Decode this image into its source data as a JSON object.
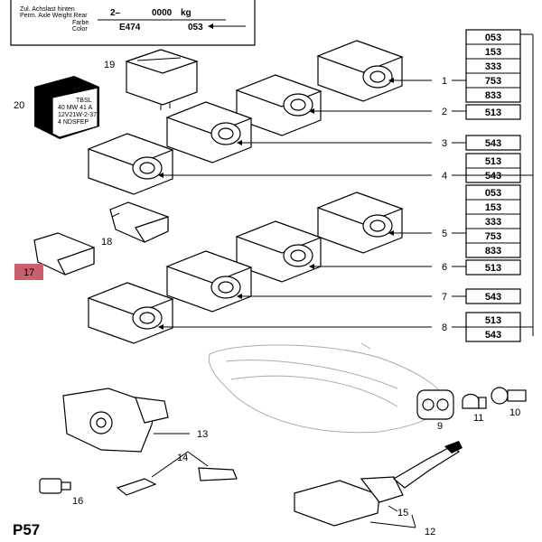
{
  "page_label": "P57",
  "plate": {
    "row1_label_de": "Zul. Achslast hinten",
    "row1_label_en": "Perm. Axle Weight Rear",
    "row1_value_a": "2–",
    "row1_value_b": "0000",
    "row1_unit": "kg",
    "row2_label_de": "Farbe",
    "row2_label_en": "Color",
    "row2_value_a": "E474",
    "row2_value_b": "053"
  },
  "relay20_text": {
    "line1": "TBSL",
    "line2": "40 MW 41 A",
    "line3": "12V21W-2-37",
    "line4": "4 NDSFEP"
  },
  "callouts": {
    "c1": "1",
    "c2": "2",
    "c3": "3",
    "c4": "4",
    "c5": "5",
    "c6": "6",
    "c7": "7",
    "c8": "8",
    "c9": "9",
    "c10": "10",
    "c11": "11",
    "c12": "12",
    "c13": "13",
    "c14": "14",
    "c15": "15",
    "c16": "16",
    "c17": "17",
    "c18": "18",
    "c19": "19",
    "c20": "20"
  },
  "codes": {
    "g1": [
      "053",
      "153",
      "333",
      "753",
      "833"
    ],
    "g2": [
      "513"
    ],
    "g3": [
      "543"
    ],
    "g4": [
      "513",
      "543"
    ],
    "g5": [
      "053",
      "153",
      "333",
      "753",
      "833"
    ],
    "g6": [
      "513"
    ],
    "g7": [
      "543"
    ],
    "g8": [
      "513",
      "543"
    ]
  },
  "colors": {
    "highlight_17": "#c8606e",
    "ink": "#000000",
    "ghost": "#aaaaaa"
  }
}
